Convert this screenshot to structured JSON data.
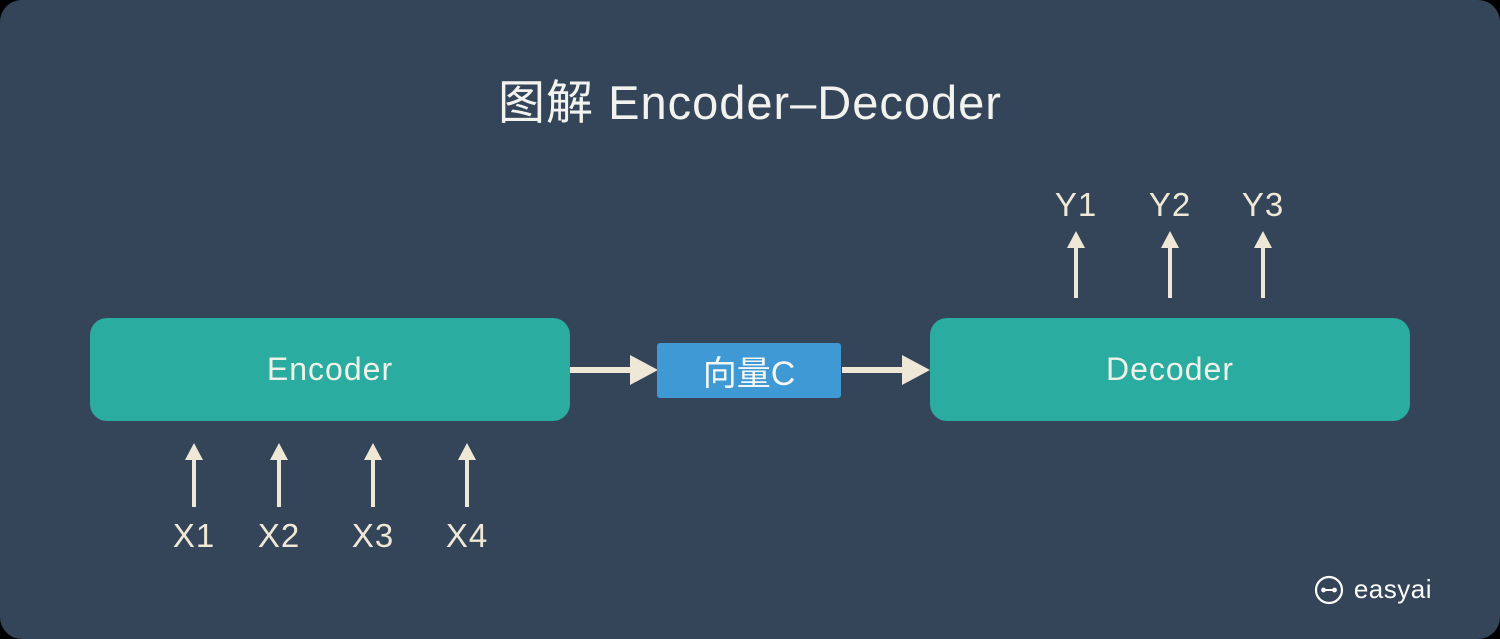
{
  "title": "图解 Encoder–Decoder",
  "colors": {
    "background": "#344559",
    "page_edge": "#000000",
    "teal": "#2aaca0",
    "blue": "#3e99d5",
    "cream": "#efe8d6",
    "text_light": "#eef1e8",
    "white": "#f2f3ef"
  },
  "diagram": {
    "encoder_label": "Encoder",
    "vector_label": "向量C",
    "decoder_label": "Decoder",
    "x_inputs": [
      "X1",
      "X2",
      "X3",
      "X4"
    ],
    "y_outputs": [
      "Y1",
      "Y2",
      "Y3"
    ]
  },
  "footer": {
    "brand": "easyai",
    "logo_icon": "easyai-robot-face-icon"
  }
}
